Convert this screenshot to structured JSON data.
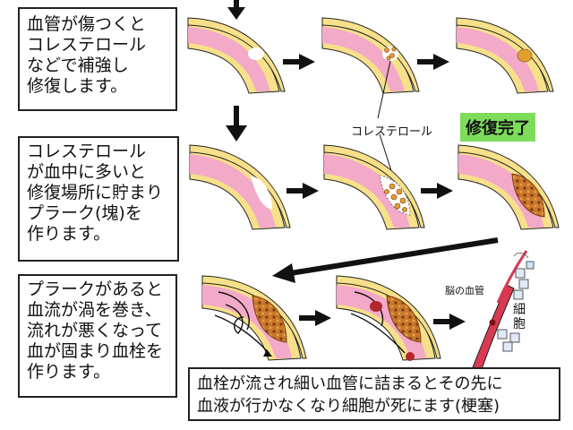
{
  "boxes": {
    "box1": [
      "血管が傷つくと",
      "コレステロール",
      "などで補強し",
      "修復します。"
    ],
    "box2": [
      "コレステロール",
      "が血中に多いと",
      "修復場所に貯まり",
      "プラーク(塊)を",
      "作ります。"
    ],
    "box3": [
      "プラークがあると",
      "血流が渦を巻き、",
      "流れが悪くなって",
      "血が固まり血栓を",
      "作ります。"
    ],
    "box4": [
      "血栓が流され細い血管に詰まるとその先に",
      "血液が行かなくなり細胞が死にます(梗塞)"
    ]
  },
  "labels": {
    "cholesterol": "コレステロール",
    "repair_done": "修復完了",
    "brain_vessel": "脳の血管",
    "cells": "細胞"
  },
  "colors": {
    "vessel_pink": "#f3a9c8",
    "vessel_wall": "#f7e08a",
    "lumen": "#f6d3e3",
    "plaque": "#c9772a",
    "plaque_dark": "#7a3d12",
    "clot": "#b3262e",
    "arrow": "#111111",
    "done_bg": "#7ddc5a"
  }
}
